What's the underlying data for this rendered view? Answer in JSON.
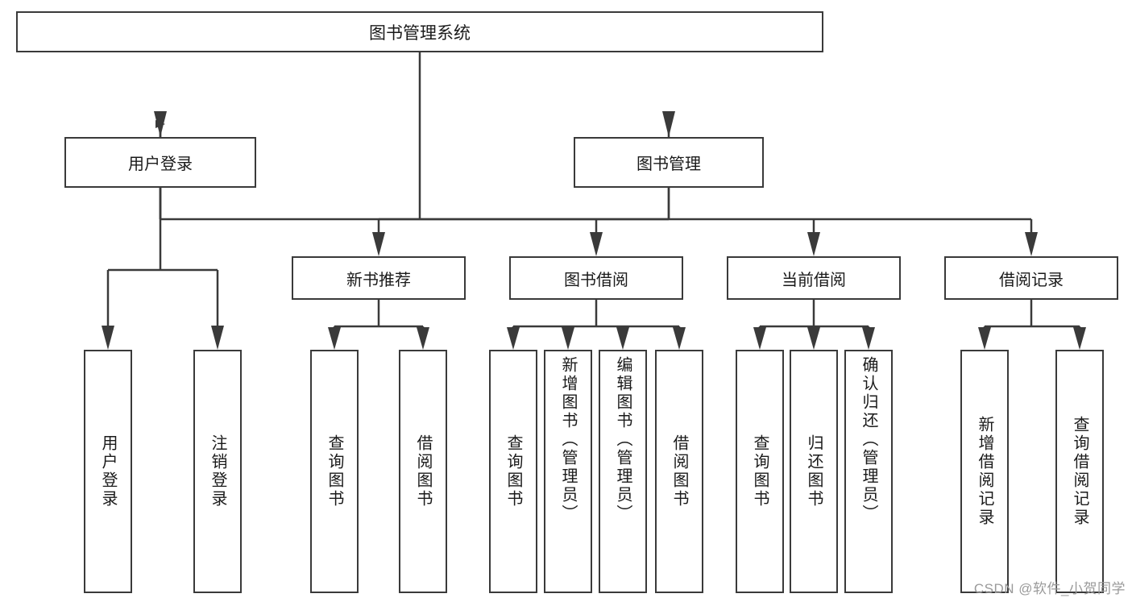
{
  "diagram": {
    "type": "tree-hierarchy-flowchart",
    "root": {
      "label": "图书管理系统"
    },
    "level1": [
      {
        "id": "user-login",
        "label": "用户登录"
      },
      {
        "id": "book-management",
        "label": "图书管理"
      }
    ],
    "level2": [
      {
        "id": "new-book-recommend",
        "label": "新书推荐",
        "parent": "book-management"
      },
      {
        "id": "book-borrow",
        "label": "图书借阅",
        "parent": "book-management"
      },
      {
        "id": "current-borrow",
        "label": "当前借阅",
        "parent": "book-management"
      },
      {
        "id": "borrow-record",
        "label": "借阅记录",
        "parent": "book-management"
      }
    ],
    "leaves": [
      {
        "id": "leaf-user-login",
        "label": "用户登录",
        "parent": "user-login"
      },
      {
        "id": "leaf-logout-login",
        "label": "注销登录",
        "parent": "user-login"
      },
      {
        "id": "leaf-query-book-1",
        "label": "查询图书",
        "parent": "new-book-recommend"
      },
      {
        "id": "leaf-borrow-book-1",
        "label": "借阅图书",
        "parent": "new-book-recommend"
      },
      {
        "id": "leaf-query-book-2",
        "label": "查询图书",
        "parent": "book-borrow"
      },
      {
        "id": "leaf-add-book-admin",
        "label": "新增图书（管理员）",
        "parent": "book-borrow"
      },
      {
        "id": "leaf-edit-book-admin",
        "label": "编辑图书（管理员）",
        "parent": "book-borrow"
      },
      {
        "id": "leaf-borrow-book-2",
        "label": "借阅图书",
        "parent": "book-borrow"
      },
      {
        "id": "leaf-query-book-3",
        "label": "查询图书",
        "parent": "current-borrow"
      },
      {
        "id": "leaf-return-book",
        "label": "归还图书",
        "parent": "current-borrow"
      },
      {
        "id": "leaf-confirm-return-admin",
        "label": "确认归还（管理员）",
        "parent": "current-borrow"
      },
      {
        "id": "leaf-add-borrow-record",
        "label": "新增借阅记录",
        "parent": "borrow-record"
      },
      {
        "id": "leaf-query-borrow-record",
        "label": "查询借阅记录",
        "parent": "borrow-record"
      }
    ],
    "colors": {
      "stroke": "#3a3a3a",
      "fill": "#ffffff",
      "text": "#1a1a1a",
      "watermark": "#9a9a9a"
    }
  },
  "watermark": {
    "text": "CSDN @软件_小贺同学"
  }
}
